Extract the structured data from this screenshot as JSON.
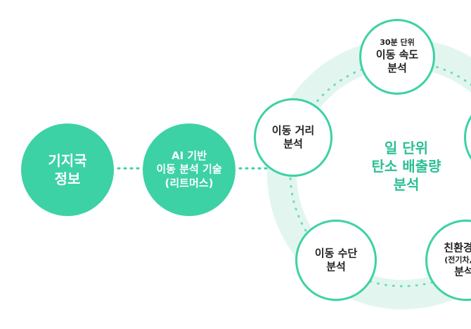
{
  "colors": {
    "accent": "#3dd1a6",
    "ring": "#e2f6ef",
    "hub_text": "#2bbf95",
    "text": "#222222"
  },
  "left_flow": {
    "base_station": {
      "lines": [
        "기지국",
        "정보"
      ]
    },
    "ai_analysis": {
      "lines": [
        "AI 기반",
        "이동 분석 기술",
        "(리트머스)"
      ]
    }
  },
  "hub": {
    "lines": [
      "일 단위",
      "탄소 배출량",
      "분석"
    ]
  },
  "satellites": {
    "speed": {
      "caption": "30분 단위",
      "lines": [
        "이동 속도",
        "분석"
      ]
    },
    "distance": {
      "lines": [
        "이동 거리",
        "분석"
      ]
    },
    "mode": {
      "lines": [
        "이동 수단",
        "분석"
      ]
    },
    "eco": {
      "lines": [
        "친환경",
        "(전기차,",
        "분석"
      ]
    }
  }
}
